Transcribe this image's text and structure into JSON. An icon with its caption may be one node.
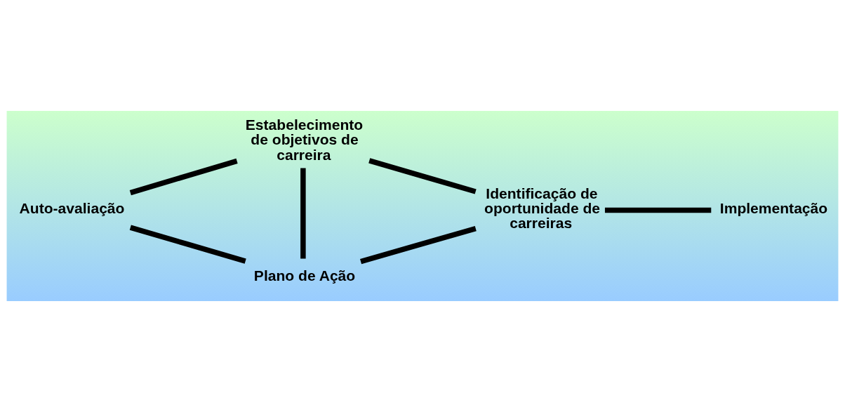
{
  "diagram": {
    "nodes": [
      {
        "text": [
          "Estabelecimento de objetivos de carreira"
        ]
      },
      {
        "text": [
          "Auto-avaliação"
        ]
      },
      {
        "text": [
          "Identificação de oportunidade de carreiras"
        ]
      },
      {
        "text": [
          "Implementação"
        ]
      },
      {
        "text": [
          "Plano de Ação"
        ]
      }
    ],
    "edges": [
      {
        "from": 1,
        "to": 0,
        "arrow": "none"
      },
      {
        "from": 0,
        "to": 4,
        "arrow": "none"
      },
      {
        "from": 0,
        "to": 2,
        "arrow": "none"
      },
      {
        "from": 1,
        "to": 4,
        "arrow": "none"
      },
      {
        "from": 4,
        "to": 2,
        "arrow": "none"
      },
      {
        "from": 2,
        "to": 3,
        "arrow": "none"
      }
    ]
  }
}
